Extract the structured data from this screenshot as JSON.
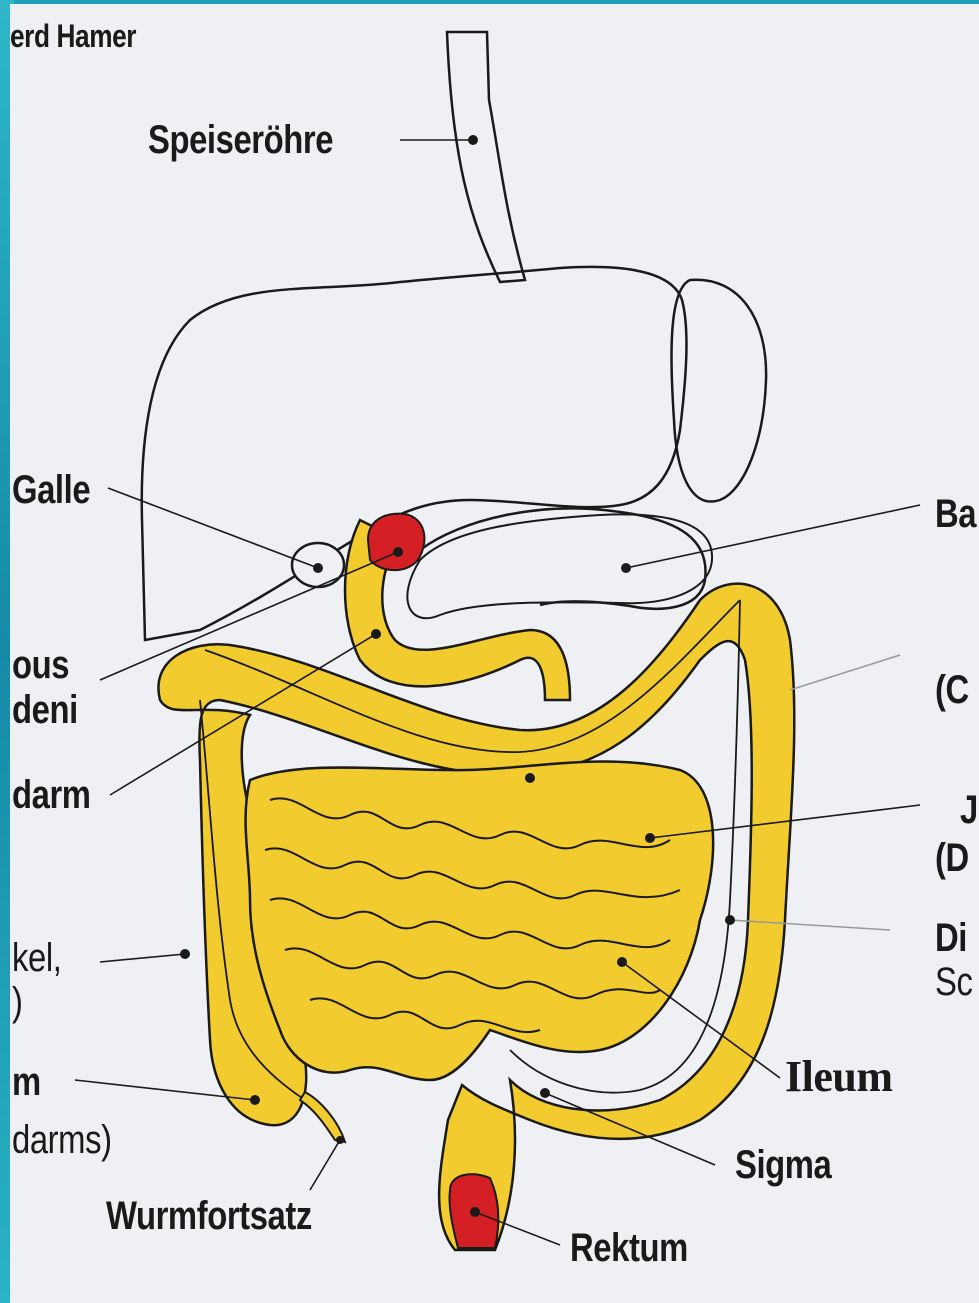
{
  "header": {
    "author_fragment": "erd Hamer"
  },
  "colors": {
    "intestine": "#f2cc2e",
    "highlight": "#d41f24",
    "outline": "#1a1a1a",
    "paper": "#eff0f4"
  },
  "labels": {
    "speiseroehre": "Speiseröhre",
    "galle": "Galle",
    "bulbus_fragment": "ous",
    "duodeni_fragment": "deni",
    "duenndarm_fragment": "darm",
    "winkel_fragment": "kel,",
    "paren_fragment": ")",
    "caecum_fragment": "m",
    "blinddarms_fragment": "darms)",
    "wurmfortsatz": "Wurmfortsatz",
    "rektum": "Rektum",
    "sigma": "Sigma",
    "ileum": "Ileum",
    "bauch_fragment": "Ba",
    "colon_fragment": "(C",
    "jejunum_fragment": "J",
    "duodenum_fragment": "(D",
    "dick_fragment": "Di",
    "schlinge_fragment": "Sc"
  }
}
